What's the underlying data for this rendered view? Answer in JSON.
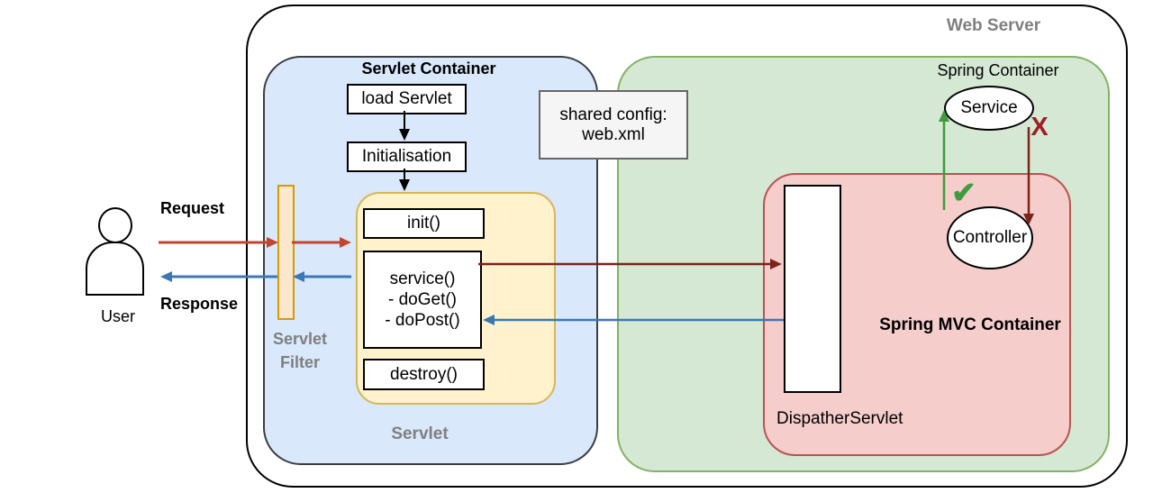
{
  "diagram": {
    "web_server": {
      "label": "Web Server"
    },
    "actor": {
      "label": "User",
      "request_label": "Request",
      "response_label": "Response"
    },
    "servlet_filter": {
      "label_line1": "Servlet",
      "label_line2": "Filter"
    },
    "servlet_container": {
      "label": "Servlet Container",
      "load_servlet": "load Servlet",
      "initialisation": "Initialisation",
      "servlet": {
        "label": "Servlet",
        "init": "init()",
        "service_lines": [
          "service()",
          "- doGet()",
          "- doPost()"
        ],
        "destroy": "destroy()"
      }
    },
    "shared_config": {
      "line1": "shared config:",
      "line2": "web.xml"
    },
    "spring_container": {
      "label": "Spring Container",
      "service": "Service",
      "controller": "Controller",
      "valid_mark": "✔",
      "invalid_mark": "X",
      "mvc": {
        "label": "Spring MVC Container",
        "dispatcher_label": "DispatherServlet"
      }
    },
    "colors": {
      "servlet_container_fill": "#DAE8FC",
      "servlet_container_border": "#3A3F44",
      "spring_container_fill": "#D5E8D4",
      "spring_container_border": "#82B366",
      "mvc_container_fill": "#F5CDCB",
      "mvc_container_border": "#B85450",
      "servlet_fill": "#FFF2CC",
      "servlet_border": "#D6B656",
      "filter_fill": "#FAE7CE",
      "filter_border": "#D79B00",
      "config_fill": "#F5F5F5",
      "config_border": "#666666",
      "outer_border": "#000000",
      "request_arrow": "#C2452F",
      "response_arrow": "#3B78B3",
      "internal_request_arrow": "#7B241C",
      "flow_arrow": "#000000",
      "valid_color": "#3E9C3E",
      "invalid_color": "#9E1F1F",
      "muted_label": "#7F7F7F"
    }
  }
}
